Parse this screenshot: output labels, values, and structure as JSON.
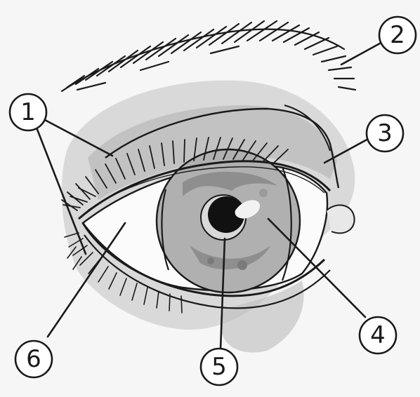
{
  "labels": [
    {
      "id": "1",
      "text": "1"
    },
    {
      "id": "2",
      "text": "2"
    },
    {
      "id": "3",
      "text": "3"
    },
    {
      "id": "4",
      "text": "4"
    },
    {
      "id": "5",
      "text": "5"
    },
    {
      "id": "6",
      "text": "6"
    }
  ],
  "colors": {
    "background": "#f6f6f6",
    "ink": "#1a1a1a",
    "skin_shadow": "#b5b5b5",
    "skin_light": "#d6d6d6",
    "iris": "#a9a9a9",
    "iris_dark": "#8a8a8a",
    "pupil": "#111111",
    "sclera": "#fbfbfb"
  }
}
